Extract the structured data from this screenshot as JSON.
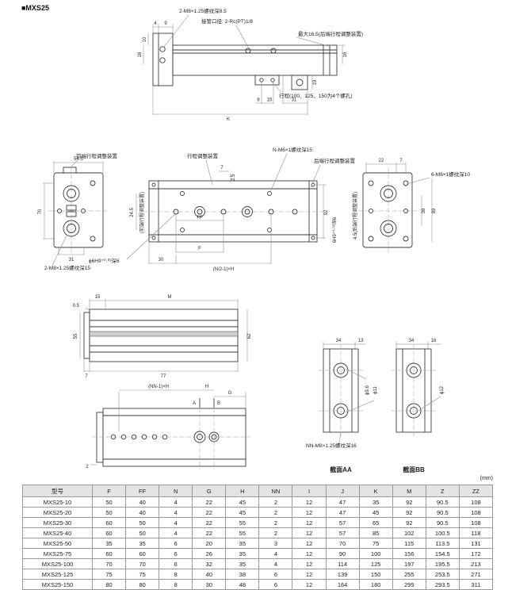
{
  "page": {
    "title": "■MXS25",
    "unit_note": "(mm)"
  },
  "side_view": {
    "notes": {
      "thread": "2-M8×1.25螺纹深8.5",
      "port": "接管口径: 2-Rc(PT)1/8",
      "max": "最大16.5(后端行程调整装置)",
      "stroke": "行程(100、125、150为4个螺孔)"
    },
    "dims": {
      "a": "4",
      "b": "9",
      "c": "10",
      "d": "16",
      "e": "16",
      "f": "19",
      "g": "8",
      "h": "15",
      "i": "31",
      "k": "K"
    }
  },
  "plan_view": {
    "labels": {
      "front": "前端行程调整装置",
      "center": "行程调整装置",
      "rear": "后端行程调整装置",
      "front_rot": "(前端行程调整装置)",
      "side_rot": "4.5(后端行程调整装置)"
    },
    "notes": {
      "n_m6": "N-M6×1螺纹深15",
      "m6_6": "6-M6×1螺纹深10",
      "m8_2": "2-M8×1.25螺纹深15",
      "pin": "ϕ6H9⁺⁰·⁰³深6",
      "pin_rot": "6H9⁺⁰·⁰³深6"
    },
    "dims": {
      "w545": "54.5",
      "h70": "70",
      "w31": "31",
      "t7": "7",
      "t25": "2.5",
      "h245": "24.5",
      "h92": "92",
      "w30": "30",
      "f": "F",
      "ff": "FF",
      "formula": "(N/2-1)×H",
      "w22": "22",
      "w7": "7",
      "h38": "38",
      "h89": "89"
    }
  },
  "profile_view": {
    "dims": {
      "w15": "15",
      "m": "M",
      "t05": "0.5",
      "h55": "55",
      "h62": "62",
      "w7": "7",
      "w77": "77"
    }
  },
  "bottom_view": {
    "dims": {
      "formula": "(NN-1)×H",
      "h": "H",
      "g": "G",
      "t2": "2"
    },
    "markers": {
      "a": "A",
      "b": "B"
    }
  },
  "sections": {
    "aa": {
      "label": "截面AA",
      "d34": "34",
      "d13": "13",
      "dia1": "ϕ9.6",
      "dia2": "ϕ11",
      "note": "NN-M8×1.25螺纹深16"
    },
    "bb": {
      "label": "截面BB",
      "d34": "34",
      "d16": "16",
      "dia": "ϕ12"
    }
  },
  "table": {
    "headers": [
      "型号",
      "F",
      "FF",
      "N",
      "G",
      "H",
      "NN",
      "I",
      "J",
      "K",
      "M",
      "Z",
      "ZZ"
    ],
    "rows": [
      [
        "MXS25-10",
        "50",
        "40",
        "4",
        "22",
        "45",
        "2",
        "12",
        "47",
        "35",
        "92",
        "90.5",
        "108"
      ],
      [
        "MXS25-20",
        "50",
        "40",
        "4",
        "22",
        "45",
        "2",
        "12",
        "47",
        "45",
        "92",
        "90.5",
        "108"
      ],
      [
        "MXS25-30",
        "60",
        "50",
        "4",
        "22",
        "55",
        "2",
        "12",
        "57",
        "65",
        "92",
        "90.5",
        "108"
      ],
      [
        "MXS25-40",
        "60",
        "50",
        "4",
        "22",
        "55",
        "2",
        "12",
        "57",
        "85",
        "102",
        "100.5",
        "118"
      ],
      [
        "MXS25-50",
        "35",
        "35",
        "6",
        "20",
        "35",
        "3",
        "12",
        "70",
        "75",
        "115",
        "113.5",
        "131"
      ],
      [
        "MXS25-75",
        "60",
        "60",
        "6",
        "26",
        "35",
        "4",
        "12",
        "90",
        "100",
        "156",
        "154.5",
        "172"
      ],
      [
        "MXS25-100",
        "70",
        "70",
        "6",
        "32",
        "35",
        "4",
        "12",
        "114",
        "125",
        "197",
        "195.5",
        "213"
      ],
      [
        "MXS25-125",
        "75",
        "75",
        "8",
        "40",
        "38",
        "6",
        "12",
        "139",
        "150",
        "255",
        "253.5",
        "271"
      ],
      [
        "MXS25-150",
        "80",
        "80",
        "8",
        "30",
        "48",
        "6",
        "12",
        "164",
        "180",
        "295",
        "293.5",
        "311"
      ]
    ]
  }
}
